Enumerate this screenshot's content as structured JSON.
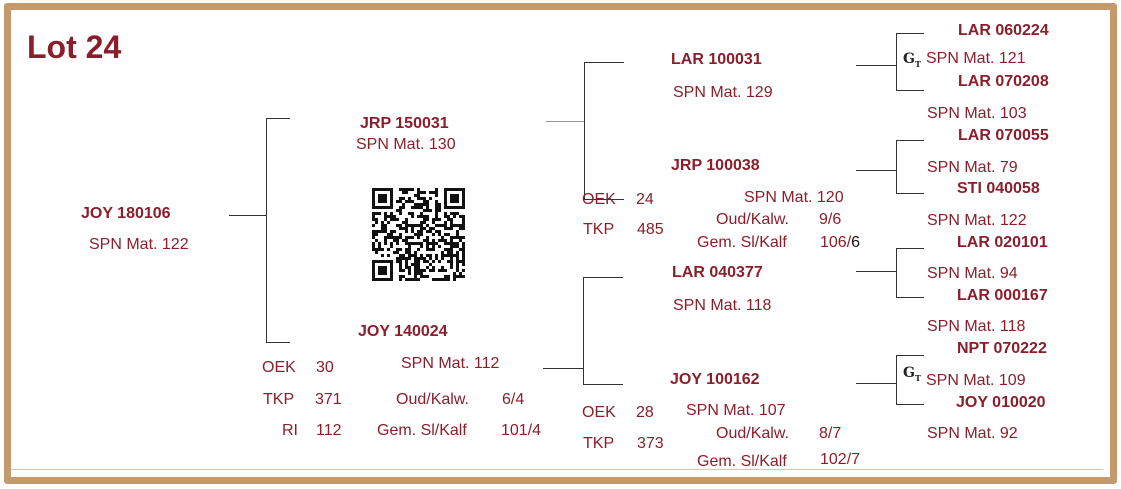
{
  "lot_title": "Lot 24",
  "animal": {
    "id": "JOY 180106",
    "spn": "SPN Mat. 122"
  },
  "sire": {
    "id": "JRP 150031",
    "spn": "SPN Mat. 130"
  },
  "dam": {
    "id": "JOY 140024",
    "spn": "SPN Mat. 112",
    "stats": {
      "oek_label": "OEK",
      "oek": "30",
      "tkp_label": "TKP",
      "tkp": "371",
      "ri_label": "RI",
      "ri": "112",
      "oud_label": "Oud/Kalw.",
      "oud": "6/4",
      "gem_label": "Gem. Sl/Kalf",
      "gem": "101/4"
    }
  },
  "ss": {
    "id": "LAR 100031",
    "spn": "SPN Mat. 129"
  },
  "sd": {
    "id": "JRP 100038",
    "spn": "SPN Mat. 120",
    "stats": {
      "oek_label": "OEK",
      "oek": "24",
      "tkp_label": "TKP",
      "tkp": "485",
      "oud_label": "Oud/Kalw.",
      "oud": "9/6",
      "gem_label": "Gem. Sl/Kalf",
      "gem_a": "106/",
      "gem_b": "6"
    }
  },
  "ds": {
    "id": "LAR 040377",
    "spn": "SPN Mat. 118"
  },
  "dd": {
    "id": "JOY 100162",
    "spn": "SPN Mat. 107",
    "stats": {
      "oek_label": "OEK",
      "oek": "28",
      "tkp_label": "TKP",
      "tkp": "373",
      "oud_label": "Oud/Kalw.",
      "oud": "8/7",
      "gem_label": "Gem. Sl/Kalf",
      "gem": "102/7"
    }
  },
  "gen3": [
    {
      "id": "LAR 060224",
      "spn": "SPN Mat. 121"
    },
    {
      "id": "LAR 070208",
      "spn": "SPN Mat. 103"
    },
    {
      "id": "LAR 070055",
      "spn": "SPN Mat. 79"
    },
    {
      "id": "STI 040058",
      "spn": "SPN Mat. 122"
    },
    {
      "id": "LAR 020101",
      "spn": "SPN Mat. 94"
    },
    {
      "id": "LAR 000167",
      "spn": "SPN Mat. 118"
    },
    {
      "id": "NPT 070222",
      "spn": "SPN Mat. 109"
    },
    {
      "id": "JOY 010020",
      "spn": "SPN Mat. 92"
    }
  ],
  "seal_icon": "gt-seal-icon",
  "qr_icon": "qr-code-icon",
  "colors": {
    "accent": "#8b1e2b",
    "frame": "#c49a6c"
  }
}
